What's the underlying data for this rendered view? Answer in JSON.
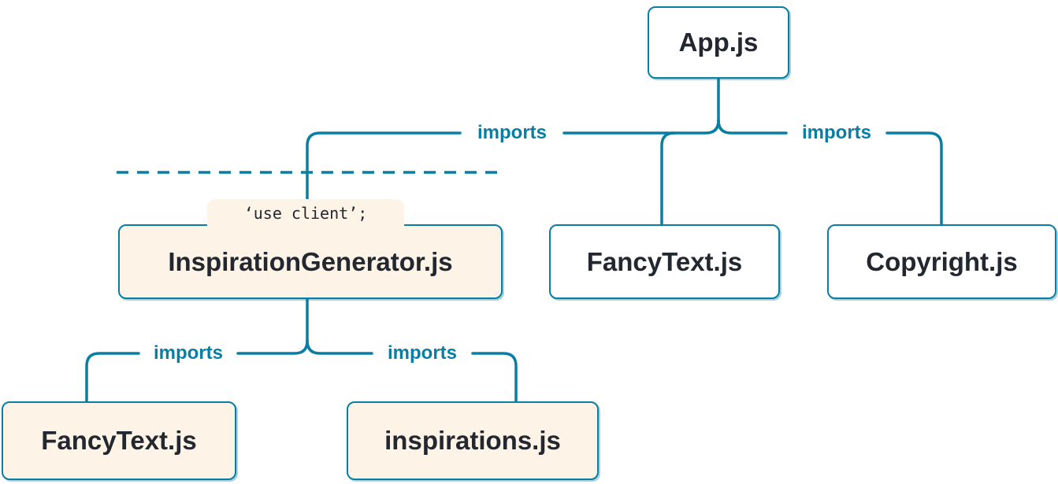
{
  "diagram": {
    "edge_label": "imports",
    "nodes": {
      "app": {
        "label": "App.js"
      },
      "inspiration_generator": {
        "label": "InspirationGenerator.js",
        "directive": "‘use client’;"
      },
      "fancy_text_top": {
        "label": "FancyText.js"
      },
      "copyright": {
        "label": "Copyright.js"
      },
      "fancy_text_bottom": {
        "label": "FancyText.js"
      },
      "inspirations": {
        "label": "inspirations.js"
      }
    }
  },
  "colors": {
    "line": "#087ea4",
    "server_bg": "#ffffff",
    "client_bg": "#fdf3e7",
    "node_border": "#087ea4",
    "node_text": "#23272f",
    "label_text": "#087ea4"
  }
}
